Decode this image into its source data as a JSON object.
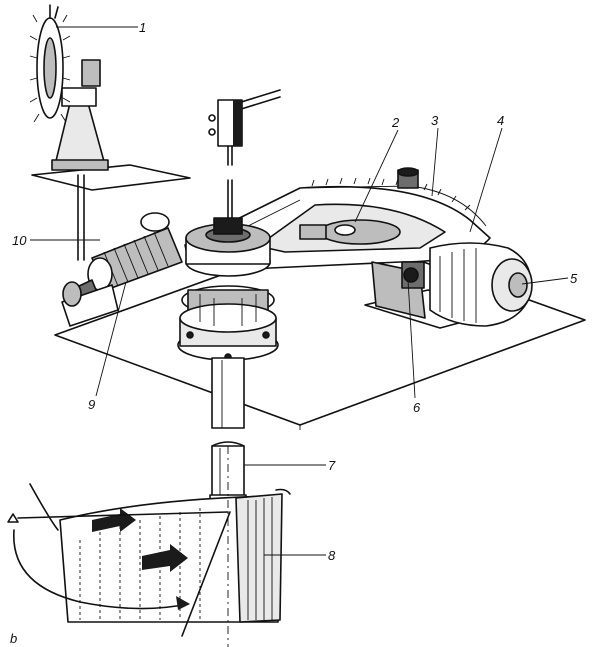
{
  "callouts": [
    {
      "id": "1",
      "text": "1"
    },
    {
      "id": "2",
      "text": "2"
    },
    {
      "id": "3",
      "text": "3"
    },
    {
      "id": "4",
      "text": "4"
    },
    {
      "id": "5",
      "text": "5"
    },
    {
      "id": "6",
      "text": "6"
    },
    {
      "id": "7",
      "text": "7"
    },
    {
      "id": "8",
      "text": "8"
    },
    {
      "id": "9",
      "text": "9"
    },
    {
      "id": "10",
      "text": "10"
    }
  ],
  "sublabel": "b",
  "colors": {
    "ink": "#111111",
    "paper": "#ffffff",
    "shade": "#bdbdbd",
    "dark": "#1b1b1b"
  }
}
